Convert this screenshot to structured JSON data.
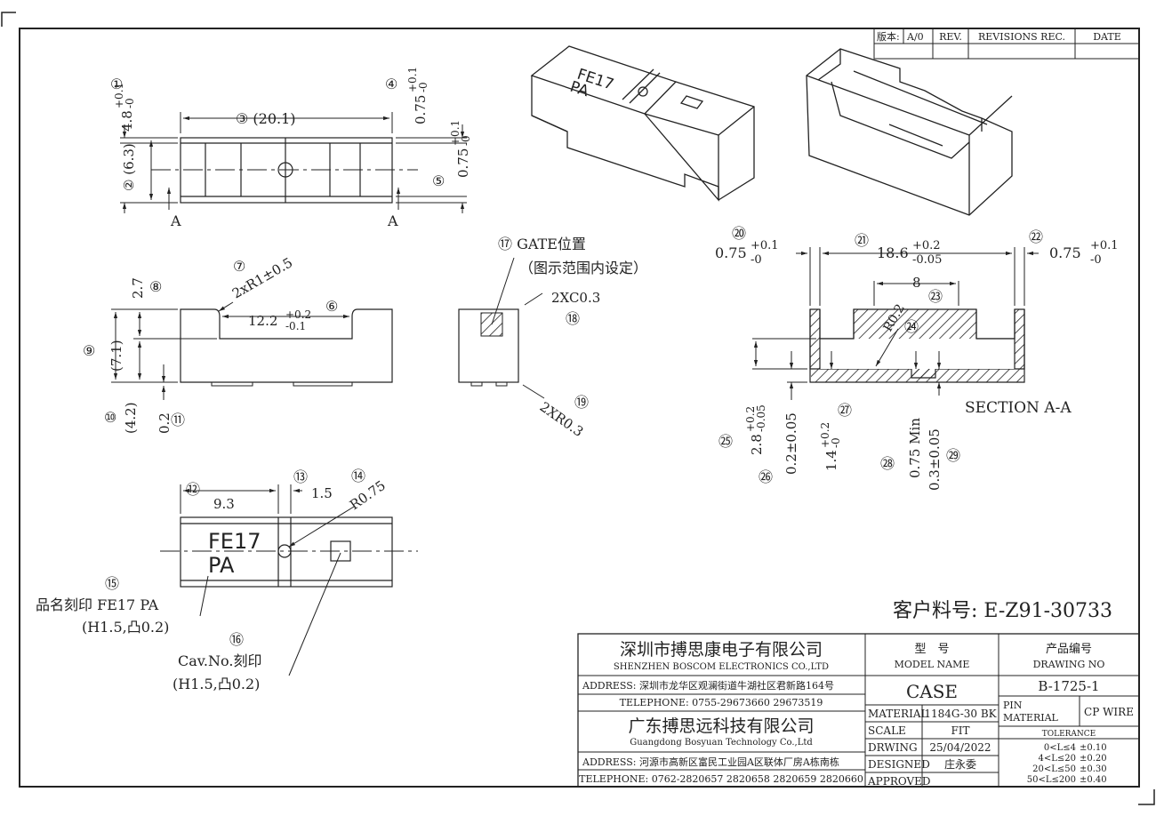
{
  "revision_table": {
    "version_label": "版本:",
    "version_value": "A/0",
    "rev_header": "REV.",
    "revisions_header": "REVISIONS REC.",
    "date_header": "DATE"
  },
  "top_view": {
    "d1": "① 4.8",
    "d1_tol_plus": "+0.1",
    "d1_tol_minus": "-0",
    "d2": "② (6.3)",
    "d3": "③ (20.1)",
    "d4": "④ 0.75",
    "d4_tol_plus": "+0.1",
    "d4_tol_minus": "-0",
    "d5": "⑤ 0.75",
    "d5_tol_plus": "+0.1",
    "d5_tol_minus": "-0",
    "section_mark_left": "A",
    "section_mark_right": "A"
  },
  "side_view": {
    "d7": "⑦ 2xR1±0.5",
    "d8": "2.7 ⑧",
    "d6": "12.2",
    "d6_tol_plus": "+0.2",
    "d6_tol_minus": "-0.1",
    "d6_num": "⑥",
    "d9": "⑨ (7.1)",
    "d10": "⑩ (4.2)",
    "d11": "0.2 ⑪"
  },
  "end_view": {
    "d17": "⑰ GATE位置",
    "d17_note": "（图示范围内设定）",
    "d18": "2XC0.3",
    "d18_num": "⑱",
    "d19": "2XR0.3",
    "d19_num": "⑲"
  },
  "bottom_view": {
    "d12": "⑫",
    "d12_val": "9.3",
    "d13": "⑬",
    "d13_val": "1.5",
    "d14": "⑭",
    "d14_val": "R0.75",
    "marking_line1": "FE17",
    "marking_line2": "PA",
    "d15_num": "⑮",
    "d15_label": "品名刻印 FE17 PA",
    "d15_note": "(H1.5,凸0.2)",
    "d16_num": "⑯",
    "d16_label": "Cav.No.刻印",
    "d16_note": "(H1.5,凸0.2)"
  },
  "iso_view": {
    "marking_line1": "FE17",
    "marking_line2": "PA"
  },
  "section_view": {
    "d20_num": "⑳",
    "d20": "0.75",
    "d20_tol_plus": "+0.1",
    "d20_tol_minus": "-0",
    "d21_num": "㉑",
    "d21": "18.6",
    "d21_tol_plus": "+0.2",
    "d21_tol_minus": "-0.05",
    "d22_num": "㉒",
    "d22": "0.75",
    "d22_tol_plus": "+0.1",
    "d22_tol_minus": "-0",
    "d23": "8",
    "d23_num": "㉓",
    "d24": "R0.2",
    "d24_num": "㉔",
    "d25": "2.8",
    "d25_tol_plus": "+0.2",
    "d25_tol_minus": "-0.05",
    "d25_num": "㉕",
    "d26": "0.2±0.05",
    "d26_num": "㉖",
    "d27": "1.4",
    "d27_tol_plus": "+0.2",
    "d27_tol_minus": "-0",
    "d27_num": "㉗",
    "d28": "0.75 Min",
    "d28_num": "㉘",
    "d29": "0.3±0.05",
    "d29_num": "㉙",
    "section_title": "SECTION A-A"
  },
  "customer_part": {
    "label": "客户料号: E-Z91-30733"
  },
  "title_block": {
    "company1_cn": "深圳市搏思康电子有限公司",
    "company1_en": "SHENZHEN BOSCOM ELECTRONICS CO.,LTD",
    "address1": "ADDRESS: 深圳市龙华区观澜街道牛湖社区君新路164号",
    "telephone1": "TELEPHONE: 0755-29673660 29673519",
    "company2_cn": "广东搏思远科技有限公司",
    "company2_en": "Guangdong Bosyuan Technology Co.,Ltd",
    "address2": "ADDRESS: 河源市高新区富民工业园A区联体厂房A栋南栋",
    "telephone2": "TELEPHONE: 0762-2820657 2820658 2820659 2820660",
    "model_label_cn": "型　号",
    "model_label_en": "MODEL NAME",
    "model_value": "CASE",
    "drawing_label_cn": "产品编号",
    "drawing_label_en": "DRAWING NO",
    "drawing_value": "B-1725-1",
    "material_label": "MATERIAL",
    "material_value": "1184G-30 BK",
    "pin_material_label1": "PIN",
    "pin_material_label2": "MATERIAL",
    "pin_material_value": "CP WIRE",
    "scale_label": "SCALE",
    "scale_value": "FIT",
    "tolerance_label": "TOLERANCE",
    "drawing_date_label": "DRWING",
    "drawing_date_value": "25/04/2022",
    "designed_label": "DESIGNED",
    "designed_value": "庄永委",
    "approved_label": "APPROVED",
    "approved_value": "",
    "tolerances": [
      {
        "range": "0<L≤4",
        "tol": "±0.10"
      },
      {
        "range": "4<L≤20",
        "tol": "±0.20"
      },
      {
        "range": "20<L≤50",
        "tol": "±0.30"
      },
      {
        "range": "50<L≤200",
        "tol": "±0.40"
      }
    ]
  }
}
